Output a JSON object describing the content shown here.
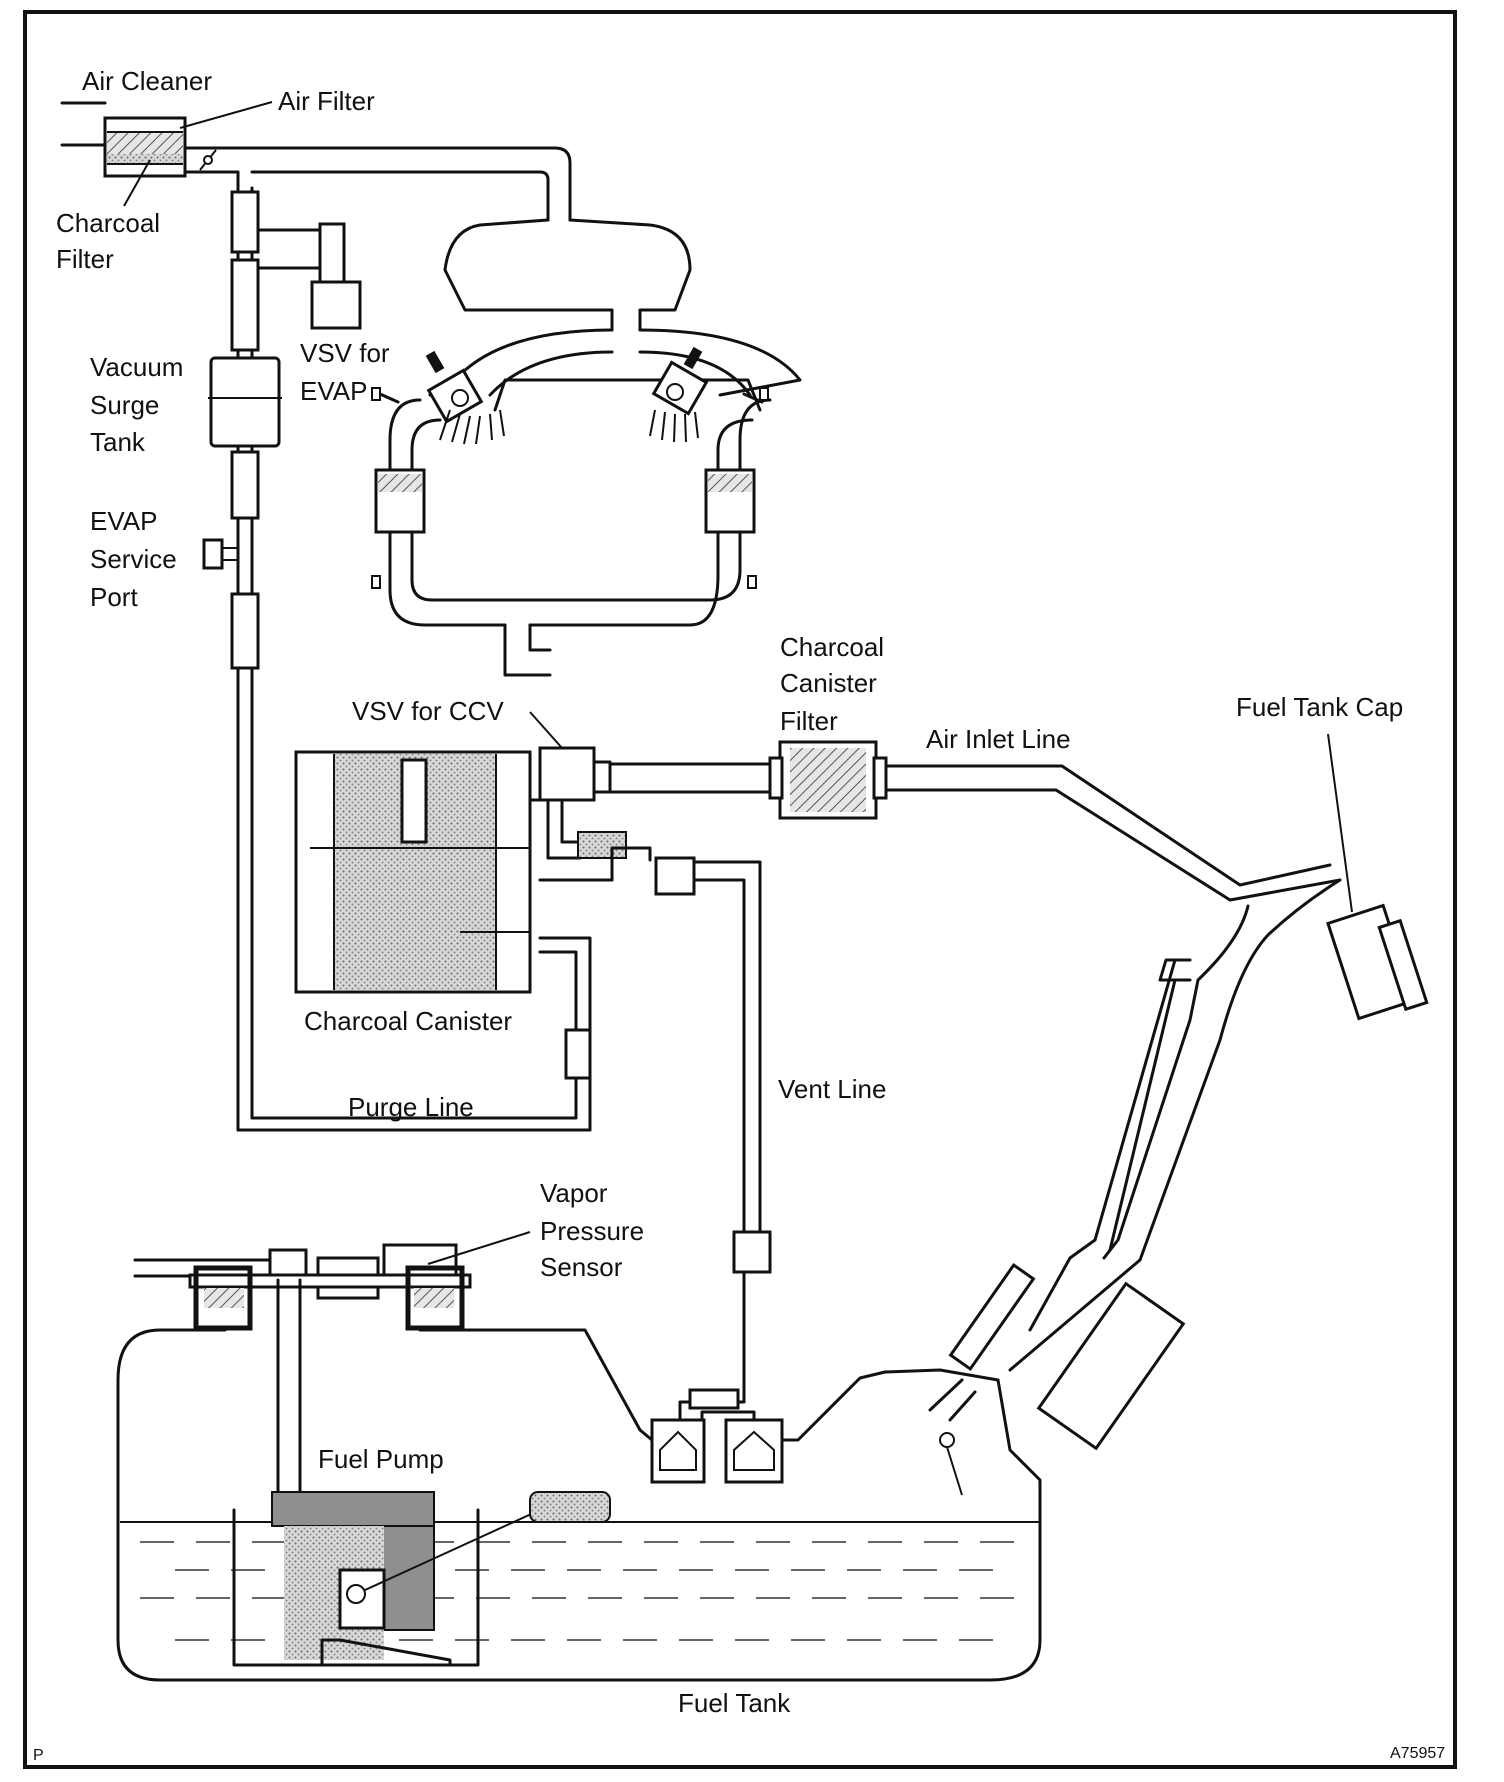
{
  "labels": {
    "air_cleaner": "Air Cleaner",
    "air_filter": "Air Filter",
    "charcoal_filter_1": "Charcoal",
    "charcoal_filter_2": "Filter",
    "vacuum_surge_tank_1": "Vacuum",
    "vacuum_surge_tank_2": "Surge",
    "vacuum_surge_tank_3": "Tank",
    "vsv_evap_1": "VSV for",
    "vsv_evap_2": "EVAP",
    "evap_service_port_1": "EVAP",
    "evap_service_port_2": "Service",
    "evap_service_port_3": "Port",
    "charcoal_canister_filter_1": "Charcoal",
    "charcoal_canister_filter_2": "Canister",
    "charcoal_canister_filter_3": "Filter",
    "vsv_ccv": "VSV for CCV",
    "air_inlet_line": "Air Inlet Line",
    "fuel_tank_cap": "Fuel Tank Cap",
    "charcoal_canister": "Charcoal Canister",
    "purge_line": "Purge Line",
    "vent_line": "Vent Line",
    "vapor_pressure_sensor_1": "Vapor",
    "vapor_pressure_sensor_2": "Pressure",
    "vapor_pressure_sensor_3": "Sensor",
    "fuel_pump": "Fuel Pump",
    "fuel_tank": "Fuel Tank"
  },
  "corner": {
    "left": "P",
    "right": "A75957"
  },
  "colors": {
    "line": "#111111",
    "background": "#ffffff",
    "shade": "#bfbfbf",
    "dark_shade": "#888888"
  }
}
